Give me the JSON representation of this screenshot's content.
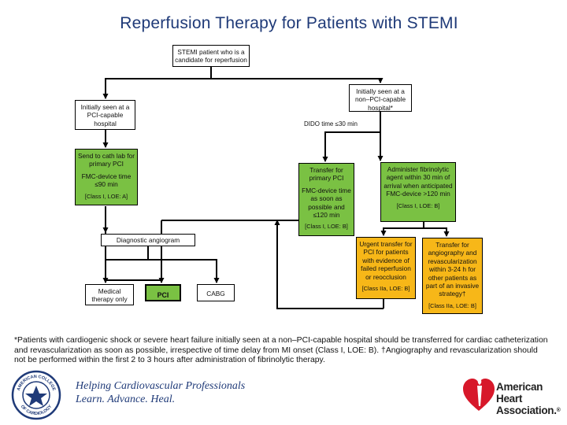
{
  "title": "Reperfusion Therapy for Patients with STEMI",
  "nodes": {
    "start": "STEMI patient who is a candidate for reperfusion",
    "pci_capable": "Initially seen at a PCI-capable hospital",
    "non_pci": "Initially seen at a non–PCI-capable hospital*",
    "cath_lab": {
      "main": "Send to cath lab for primary PCI",
      "sub": "FMC-device time ≤90 min",
      "cls": "[Class I, LOE: A]"
    },
    "transfer": {
      "main": "Transfer for primary PCI",
      "sub": "FMC-device time as soon as possible and ≤120 min",
      "cls": "[Class I, LOE: B]"
    },
    "fibrinolytic": {
      "main": "Administer fibrinolytic agent within 30 min of arrival when anticipated FMC-device >120 min",
      "cls": "[Class I, LOE: B]"
    },
    "angiogram": "Diagnostic angiogram",
    "urgent": {
      "main": "Urgent transfer for PCI for patients with evidence of failed reperfusion or reocclusion",
      "cls": "[Class IIa, LOE: B]"
    },
    "angiography": {
      "main": "Transfer for angiography and revascularization within 3-24 h for other patients as part of an invasive strategy†",
      "cls": "[Class IIa, LOE: B]"
    },
    "medical": "Medical therapy only",
    "pci": "PCI",
    "cabg": "CABG"
  },
  "dido_label": "DIDO time ≤30 min",
  "footnote": "*Patients with cardiogenic shock or severe heart failure initially seen at a non–PCI-capable hospital should be transferred for cardiac catheterization and revascularization as soon as possible, irrespective of time delay from MI onset (Class I, LOE: B). †Angiography and revascularization should not be performed within the first 2 to 3 hours after administration of fibrinolytic therapy.",
  "acc": {
    "line1": "Helping Cardiovascular Professionals",
    "line2": "Learn. Advance. Heal.",
    "seal_top": "AMERICAN COLLEGE",
    "seal_bottom": "OF CARDIOLOGY"
  },
  "aha": {
    "line1": "American",
    "line2": "Heart",
    "line3": "Association.",
    "reg": "®"
  },
  "colors": {
    "green": "#7ac143",
    "orange": "#f7b718",
    "title": "#1f3a78"
  }
}
